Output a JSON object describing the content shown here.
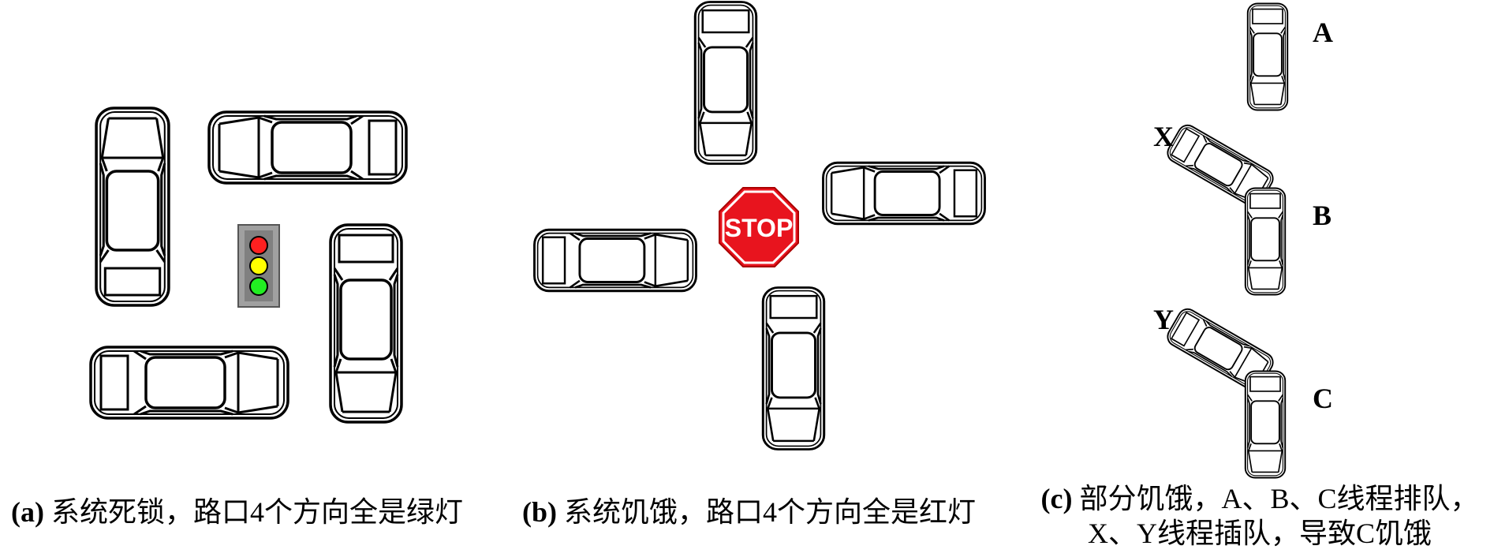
{
  "panels": {
    "a": {
      "label": "(a)",
      "caption": "系统死锁，路口4个方向全是绿灯"
    },
    "b": {
      "label": "(b)",
      "caption": "系统饥饿，路口4个方向全是红灯",
      "sign_text": "STOP"
    },
    "c": {
      "label": "(c)",
      "caption_line1": "部分饥饿，A、B、C线程排队，",
      "caption_line2": "X、Y线程插队，导致C饥饿",
      "car_labels": [
        "A",
        "X",
        "B",
        "Y",
        "C"
      ]
    }
  },
  "colors": {
    "light_red": "#ff2020",
    "light_yellow": "#ffff00",
    "light_green": "#22ee22",
    "light_housing": "#a0a0a0",
    "stop_sign": "#e8141e"
  },
  "icons": [
    "car-icon",
    "traffic-light-icon",
    "stop-sign-icon"
  ]
}
